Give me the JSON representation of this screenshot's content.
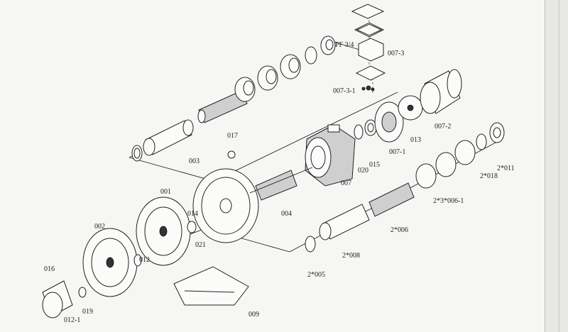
{
  "labels": {
    "l_001": "001",
    "l_002": "002",
    "l_003": "003",
    "l_004": "004",
    "l_005": "2*005",
    "l_006": "2*006",
    "l_0061": "2*3*006-1",
    "l_007": "007",
    "l_0071": "007-1",
    "l_0072": "007-2",
    "l_0073": "007-3",
    "l_00731": "007-3-1",
    "l_008": "2*008",
    "l_009": "009",
    "l_011": "2*011",
    "l_012": "012",
    "l_0121": "012-1",
    "l_013": "013",
    "l_014": "014",
    "l_015": "015",
    "l_016": "016",
    "l_017": "017",
    "l_018": "2*018",
    "l_019": "019",
    "l_020": "020",
    "l_021": "021",
    "l_pf": "PF 3/4"
  }
}
